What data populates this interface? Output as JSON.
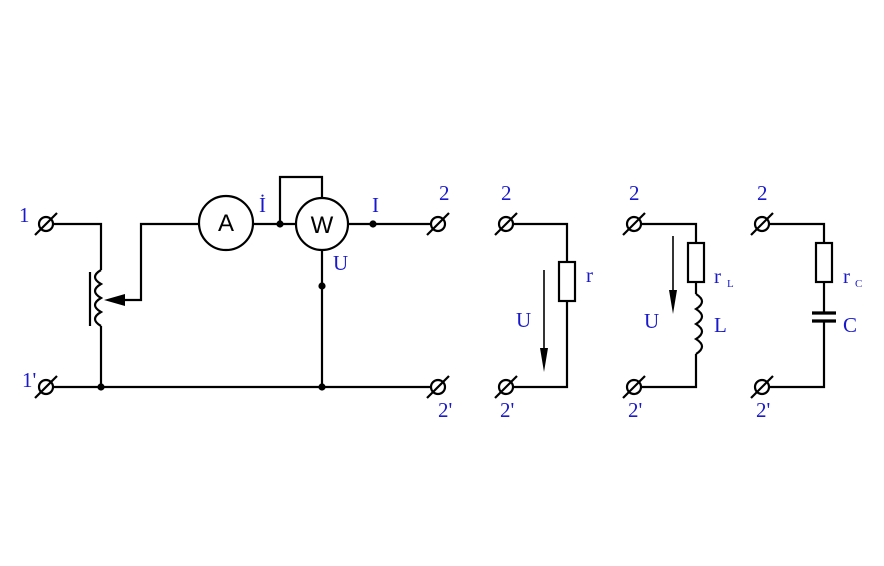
{
  "colors": {
    "label": "#1a1acc",
    "wire": "#000000"
  },
  "main": {
    "labels": {
      "t1": "1",
      "t1p": "1'",
      "i_dot": "İ",
      "i": "I",
      "u_main": "U",
      "out2": "2",
      "out2p": "2'"
    },
    "meters": {
      "ammeter": "A",
      "wattmeter": "W"
    }
  },
  "load_r": {
    "top": "2",
    "bottom": "2'",
    "u": "U",
    "r": "r"
  },
  "load_rl": {
    "top": "2",
    "bottom": "2'",
    "u": "U",
    "r": "r",
    "r_sub": "L",
    "l": "L"
  },
  "load_rc": {
    "top": "2",
    "bottom": "2'",
    "r": "r",
    "r_sub": "C",
    "c": "C"
  }
}
